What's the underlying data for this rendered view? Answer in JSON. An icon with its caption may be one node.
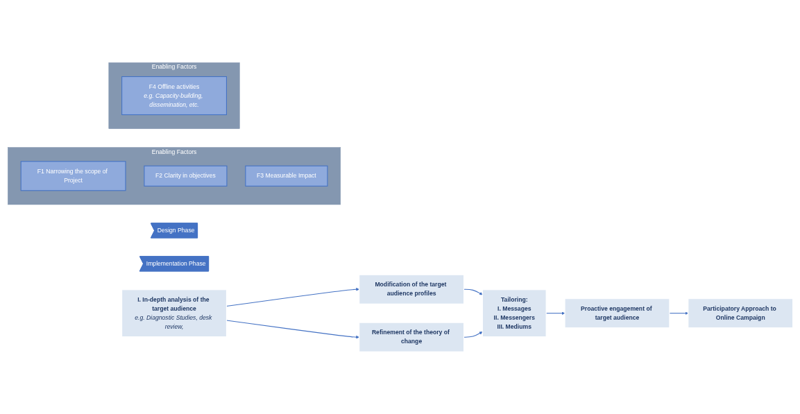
{
  "diagram": {
    "nodes": [
      {
        "text": [
          "Design Phase"
        ]
      },
      {
        "text": [
          "Implementation Phase"
        ]
      },
      {
        "text": [
          "I. In-depth analysis of the target audience",
          "e.g. Diagnostic Studies, desk review,"
        ]
      },
      {
        "text": [
          "Modification of the target audience profiles"
        ]
      },
      {
        "text": [
          "Refinement of the theory of change"
        ]
      },
      {
        "text": [
          "Tailoring:",
          "I. Messages",
          "II. Messengers",
          "III. Mediums"
        ]
      },
      {
        "text": [
          "Proactive engagement of target audience"
        ]
      },
      {
        "text": [
          "Participatory Approach to Online Campaign"
        ]
      },
      {
        "text": [
          "Enabling Factors"
        ]
      },
      {
        "text": [
          "F1 Narrowing the scope of Project"
        ],
        "in": 8
      },
      {
        "text": [
          "F2 Clarity in objectives"
        ],
        "in": 8
      },
      {
        "text": [
          "F3 Measurable Impact"
        ],
        "in": 8
      },
      {
        "text": [
          "Enabling Factors"
        ]
      },
      {
        "text": [
          "F4 Offline activities",
          "e.g. Capacity-building, dissemination, etc."
        ],
        "in": 12
      }
    ],
    "edges": [
      {
        "from": 2,
        "to": 3,
        "arrow": "to"
      },
      {
        "from": 2,
        "to": 4,
        "arrow": "to"
      },
      {
        "from": 3,
        "to": 5,
        "arrow": "to"
      },
      {
        "from": 4,
        "to": 5,
        "arrow": "to"
      },
      {
        "from": 5,
        "to": 6,
        "arrow": "to"
      },
      {
        "from": 6,
        "to": 7,
        "arrow": "to"
      }
    ]
  }
}
